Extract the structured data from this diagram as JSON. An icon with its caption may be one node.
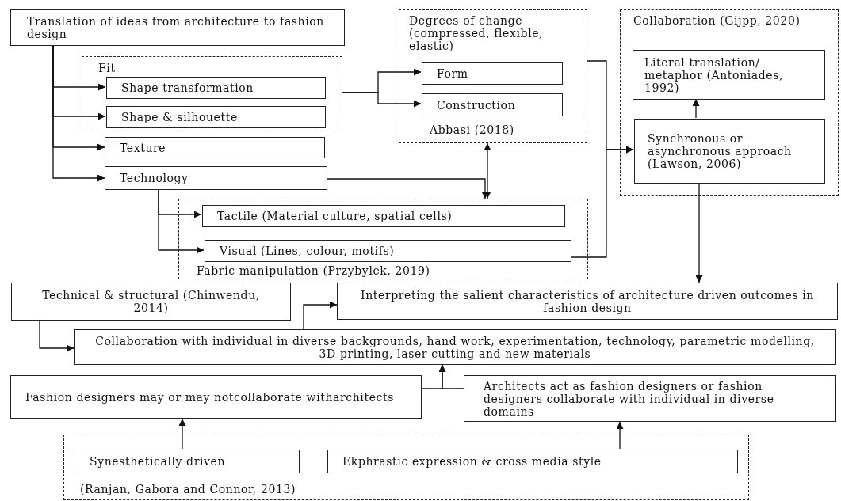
{
  "diagram": {
    "nodes": [
      {
        "text": [
          "Translation of ideas from architecture to fashion design"
        ]
      },
      {
        "text": [
          "Fit"
        ]
      },
      {
        "text": [
          "Shape transformation"
        ],
        "in": 1
      },
      {
        "text": [
          "Shape & silhouette"
        ],
        "in": 1
      },
      {
        "text": [
          "Texture"
        ]
      },
      {
        "text": [
          "Technology"
        ]
      },
      {
        "text": [
          "Degrees of change (compressed, flexible, elastic)",
          "Abbasi (2018)"
        ]
      },
      {
        "text": [
          "Form"
        ],
        "in": 6
      },
      {
        "text": [
          "Construction"
        ],
        "in": 6
      },
      {
        "text": [
          "Collaboration (Gijpp, 2020)"
        ]
      },
      {
        "text": [
          "Literal translation/ metaphor (Antoniades, 1992)"
        ],
        "in": 9
      },
      {
        "text": [
          "Synchronous or asynchronous approach (Lawson, 2006)"
        ],
        "in": 9
      },
      {
        "text": [
          "Fabric manipulation (Przybylek, 2019)"
        ]
      },
      {
        "text": [
          "Tactile (Material culture, spatial cells)"
        ],
        "in": 12
      },
      {
        "text": [
          "Visual (Lines, colour, motifs)"
        ],
        "in": 12
      },
      {
        "text": [
          "Technical & structural (Chinwendu, 2014)"
        ]
      },
      {
        "text": [
          "Interpreting the salient characteristics of architecture driven outcomes in fashion design"
        ]
      },
      {
        "text": [
          "Collaboration with individual in diverse backgrounds, hand work, experimentation, technology, parametric modelling, 3D printing, laser cutting and new materials"
        ]
      },
      {
        "text": [
          "Fashion designers may or may notcollaborate witharchitects"
        ]
      },
      {
        "text": [
          "Architects act as fashion designers or fashion designers collaborate with individual in diverse domains"
        ]
      },
      {
        "text": [
          "(Ranjan, Gabora and Connor, 2013)"
        ]
      },
      {
        "text": [
          "Synesthetically driven"
        ],
        "in": 20
      },
      {
        "text": [
          "Ekphrastic expression & cross media style"
        ],
        "in": 20
      }
    ],
    "edges": [
      {
        "from": 0,
        "to": 2,
        "arrow": "to"
      },
      {
        "from": 0,
        "to": 3,
        "arrow": "to"
      },
      {
        "from": 0,
        "to": 4,
        "arrow": "to"
      },
      {
        "from": 0,
        "to": 5,
        "arrow": "to"
      },
      {
        "from": 1,
        "to": 7,
        "arrow": "to"
      },
      {
        "from": 1,
        "to": 8,
        "arrow": "to"
      },
      {
        "from": 5,
        "to": 12,
        "arrow": "to"
      },
      {
        "from": 6,
        "to": 12,
        "arrow": "both"
      },
      {
        "from": 5,
        "to": 13,
        "arrow": "to"
      },
      {
        "from": 5,
        "to": 14,
        "arrow": "to"
      },
      {
        "from": 6,
        "to": 11,
        "arrow": "to"
      },
      {
        "from": 14,
        "to": 11,
        "arrow": "to"
      },
      {
        "from": 11,
        "to": 10,
        "arrow": "to"
      },
      {
        "from": 11,
        "to": 16,
        "arrow": "to"
      },
      {
        "from": 17,
        "to": 16,
        "arrow": "to"
      },
      {
        "from": 15,
        "to": 17,
        "arrow": "to"
      },
      {
        "from": 18,
        "to": 17,
        "arrow": "to"
      },
      {
        "from": 19,
        "to": 17,
        "arrow": "to"
      },
      {
        "from": 21,
        "to": 18,
        "arrow": "to"
      },
      {
        "from": 22,
        "to": 19,
        "arrow": "to"
      }
    ]
  }
}
